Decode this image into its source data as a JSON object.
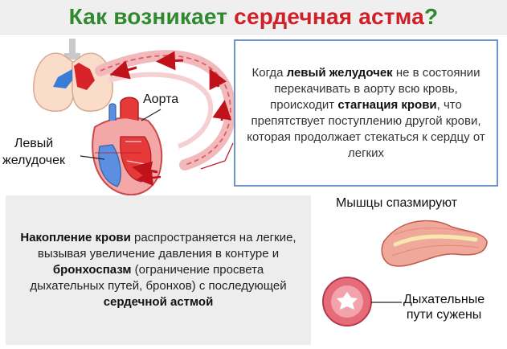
{
  "title": {
    "part1": "Как возникает ",
    "part2": "сердечная астма",
    "part3": "?"
  },
  "labels": {
    "aorta": "Аорта",
    "left_ventricle_line1": "Левый",
    "left_ventricle_line2": "желудочек",
    "muscles": "Мышцы спазмируют",
    "airways_line1": "Дыхательные",
    "airways_line2": "пути сужены"
  },
  "right_box": {
    "s1": "Когда ",
    "b1": "левый желудочек",
    "s2": " не в состоянии перекачивать в аорту всю кровь, происходит ",
    "b2": "стагнация крови",
    "s3": ", что препятствует поступлению другой крови, которая продолжает стекаться к сердцу от легких"
  },
  "left_box": {
    "b1": "Накопление крови",
    "s1": " распространяется на легкие, вызывая увеличение давления в контуре и ",
    "b2": "бронхоспазм",
    "s2": " (ограничение просвета дыхательных путей, бронхов) с последующей ",
    "b3": "сердечной астмой"
  },
  "icons": {
    "lungs": "lungs-icon",
    "heart": "heart-icon",
    "muscle": "muscle-tissue-icon",
    "airway": "airway-cross-section-icon"
  },
  "colors": {
    "title_green": "#2f8a2f",
    "title_red": "#d01f26",
    "box_border": "#6c95c9",
    "arrow_red": "#c0121b"
  }
}
